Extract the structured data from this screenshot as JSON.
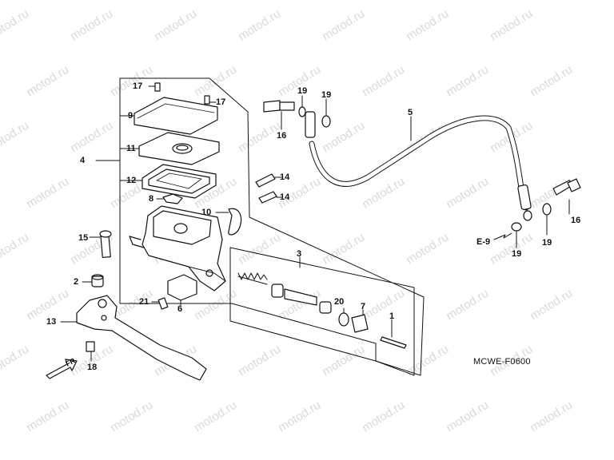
{
  "watermark": "motod.ru",
  "diagram_code": "MCWE-F0600",
  "direction_tag": "FR.",
  "ref_tag": "E-9",
  "labels": {
    "l1": "1",
    "l2": "2",
    "l3": "3",
    "l4": "4",
    "l5": "5",
    "l6": "6",
    "l7": "7",
    "l8": "8",
    "l9": "9",
    "l10": "10",
    "l11": "11",
    "l12": "12",
    "l13": "13",
    "l14a": "14",
    "l14b": "14",
    "l15": "15",
    "l16a": "16",
    "l16b": "16",
    "l17a": "17",
    "l17b": "17",
    "l18": "18",
    "l19a": "19",
    "l19b": "19",
    "l19c": "19",
    "l19d": "19",
    "l20": "20",
    "l21": "21"
  }
}
